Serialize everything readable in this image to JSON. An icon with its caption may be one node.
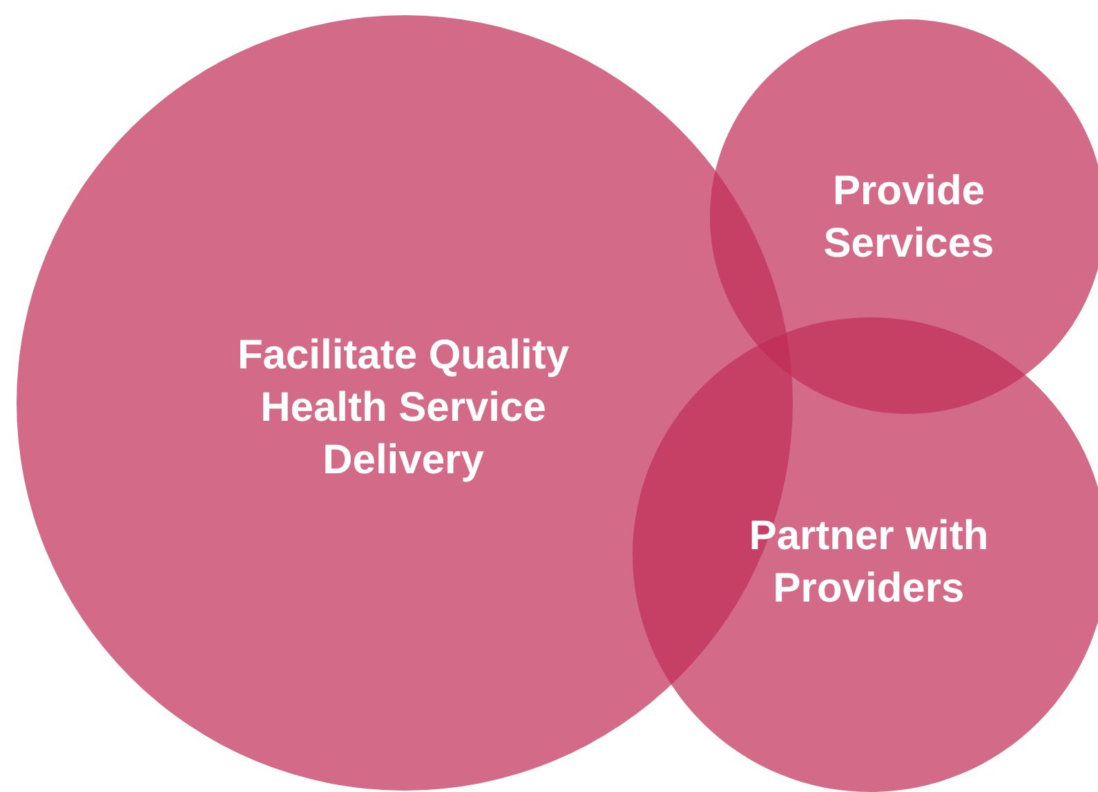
{
  "diagram": {
    "nodes": [
      {
        "text": [
          "Facilitate Quality Health Service Delivery"
        ]
      },
      {
        "text": [
          "Provide Services"
        ]
      },
      {
        "text": [
          "Partner with Providers"
        ]
      }
    ]
  }
}
